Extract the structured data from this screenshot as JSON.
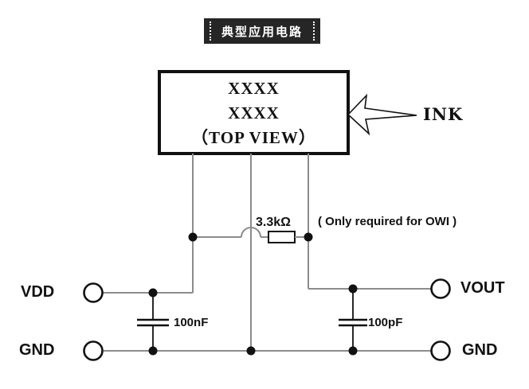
{
  "title": {
    "badge": "典型应用电路"
  },
  "chip": {
    "line1": "XXXX",
    "line2": "XXXX",
    "line3": "（TOP VIEW）"
  },
  "callout": {
    "label": "INK"
  },
  "resistor": {
    "value": "3.3kΩ",
    "note": "( Only required for OWI )"
  },
  "capacitors": {
    "left_value": "100nF",
    "right_value": "100pF"
  },
  "terminals": {
    "vdd": "VDD",
    "gnd_left": "GND",
    "vout": "VOUT",
    "gnd_right": "GND"
  },
  "colors": {
    "wire": "#8c8c8c",
    "ink": "#111111",
    "badge_bg": "#262626",
    "badge_text": "#ffffff",
    "paper": "#ffffff"
  }
}
